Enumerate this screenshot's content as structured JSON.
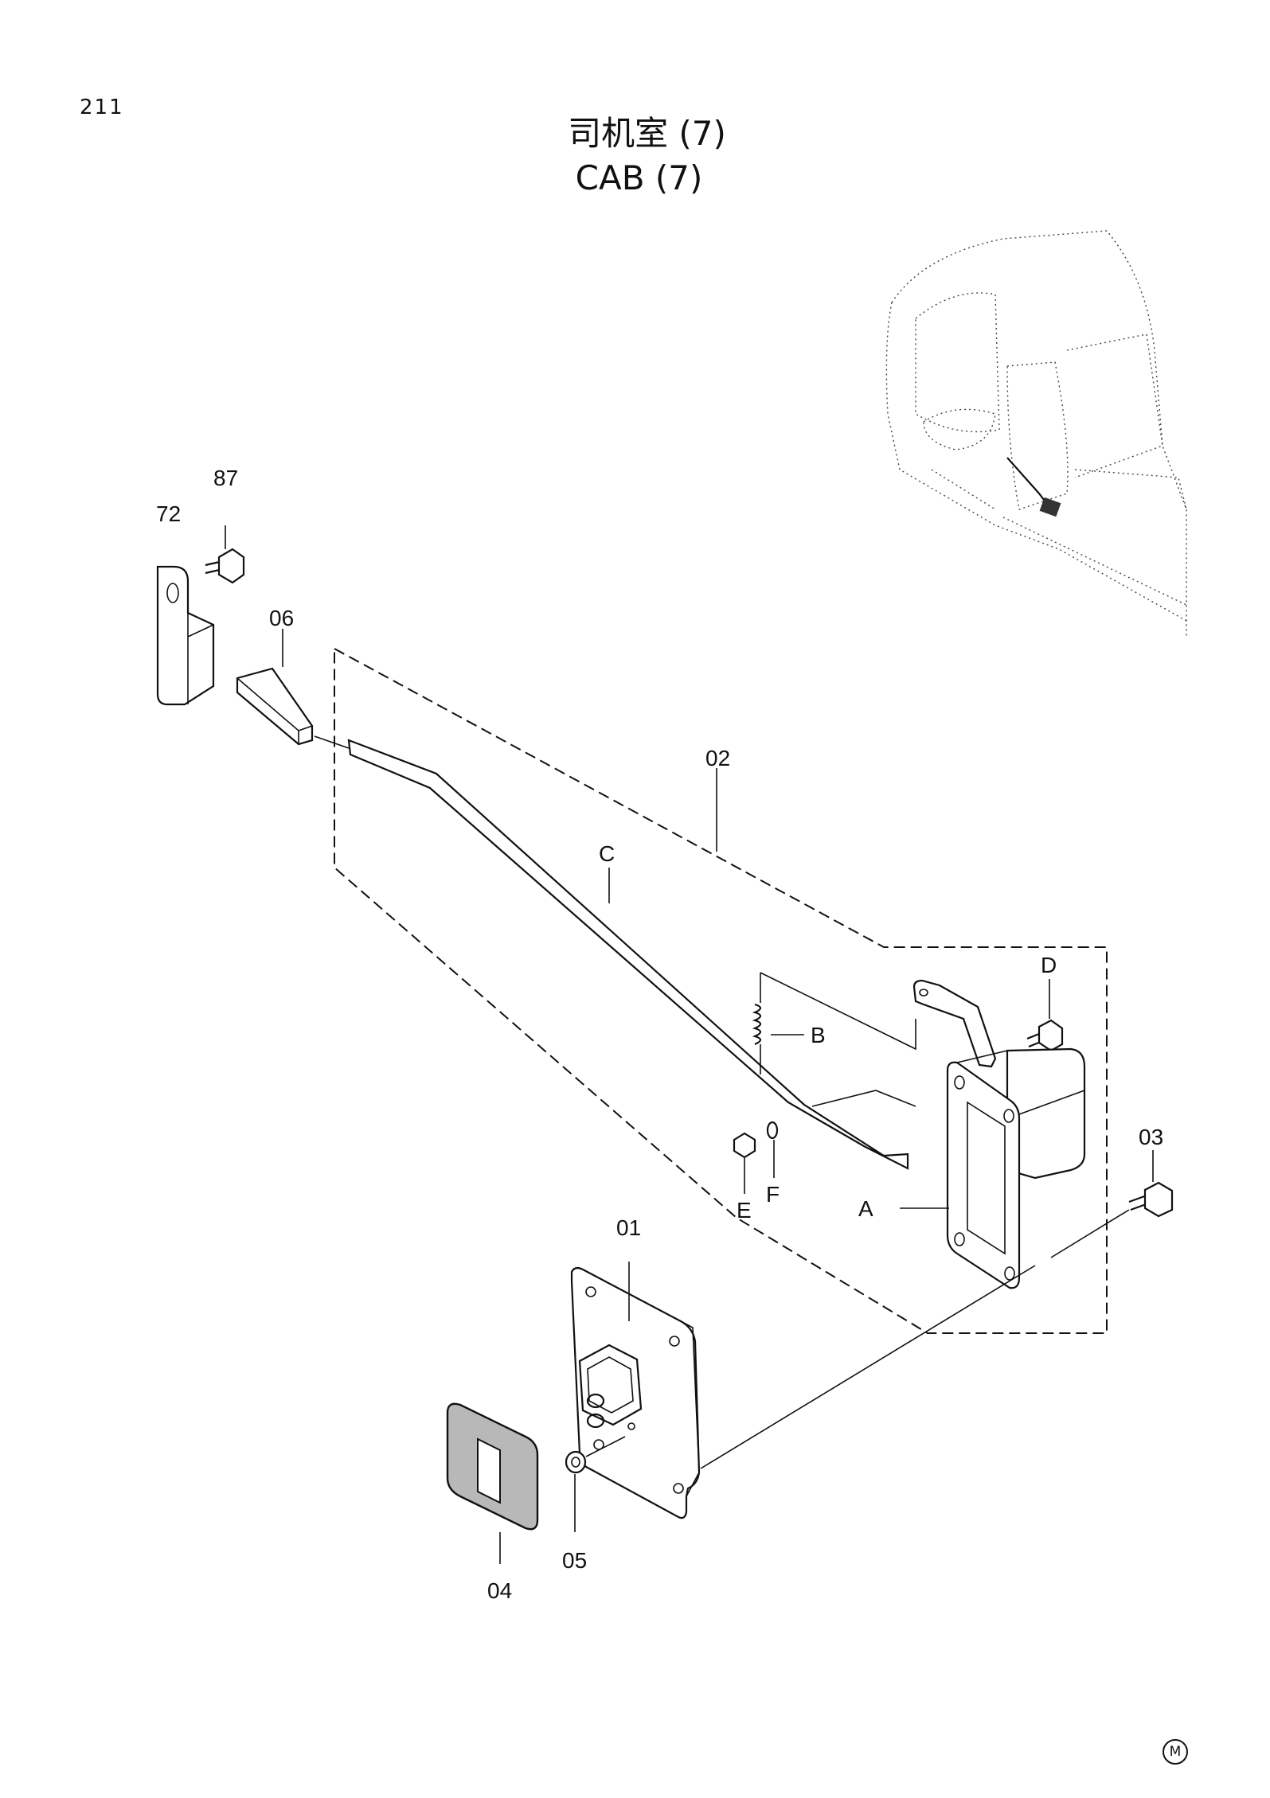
{
  "page": {
    "number": "211",
    "title_cn": "司机室 (7)",
    "title_en": "CAB (7)",
    "mark": "M"
  },
  "callouts": {
    "p87": "87",
    "p72": "72",
    "p06": "06",
    "p02": "02",
    "pC": "C",
    "pD": "D",
    "pB": "B",
    "p03": "03",
    "pE": "E",
    "pF": "F",
    "pA": "A",
    "p01": "01",
    "p05": "05",
    "p04": "04"
  }
}
